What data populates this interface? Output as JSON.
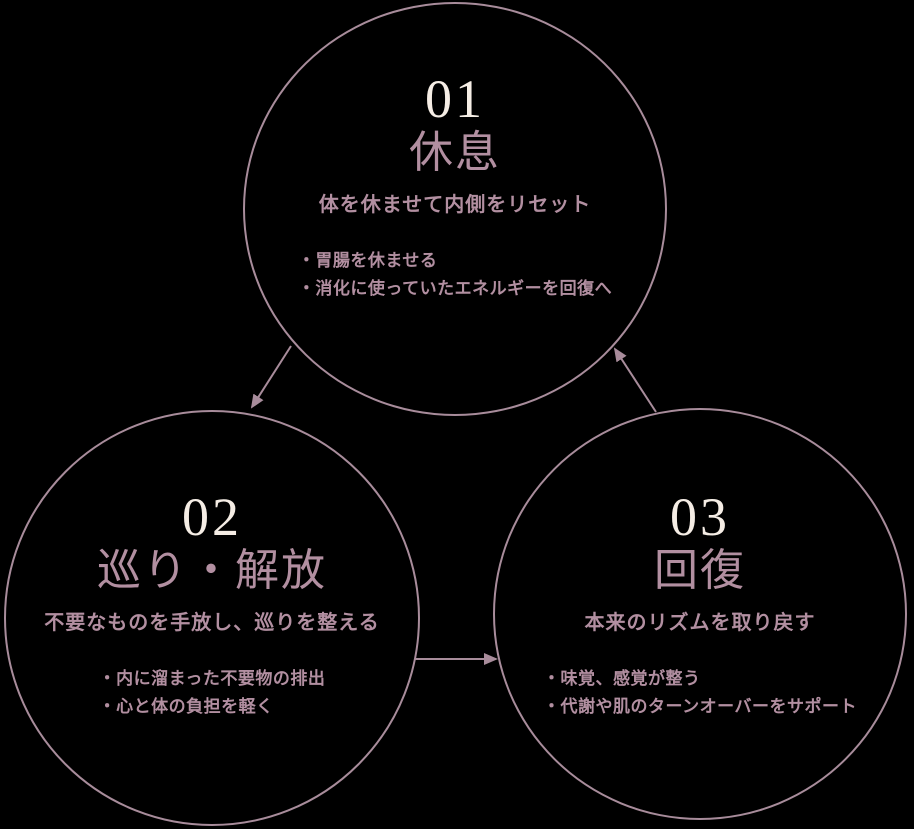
{
  "diagram": {
    "description_cycle": "3-step cycle diagram",
    "steps": [
      {
        "number": "01",
        "title": "休息",
        "subtitle": "体を休ませて内側をリセット",
        "bullets": [
          "・胃腸を休ませる",
          "・消化に使っていたエネルギーを回復へ"
        ]
      },
      {
        "number": "02",
        "title": "巡り・解放",
        "subtitle": "不要なものを手放し、巡りを整える",
        "bullets": [
          "・内に溜まった不要物の排出",
          "・心と体の負担を軽く"
        ]
      },
      {
        "number": "03",
        "title": "回復",
        "subtitle": "本来のリズムを取り戻す",
        "bullets": [
          "・味覚、感覚が整う",
          "・代謝や肌のターンオーバーをサポート"
        ]
      }
    ],
    "arrows": [
      {
        "from": "01",
        "to": "02"
      },
      {
        "from": "02",
        "to": "03"
      },
      {
        "from": "03",
        "to": "01"
      }
    ]
  },
  "colors": {
    "background": "#000000",
    "circle_outline": "#a88c9b",
    "arrow": "#a88c9b",
    "number_text": "#f5ede5",
    "body_text": "#b28fa1"
  }
}
